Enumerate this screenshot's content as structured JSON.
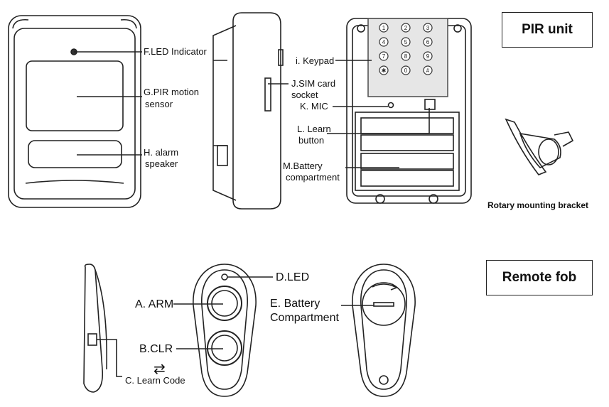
{
  "pir_unit": {
    "title": "PIR unit",
    "labels": {
      "led_indicator": "F.LED Indicator",
      "pir_sensor_1": "G.PIR motion",
      "pir_sensor_2": "sensor",
      "speaker_1": "H. alarm",
      "speaker_2": "speaker",
      "keypad": "i. Keypad",
      "sim_1": "J.SIM card",
      "sim_2": "socket",
      "mic": "K. MIC",
      "learn_1": "L. Learn",
      "learn_2": "button",
      "battery_1": "M.Battery",
      "battery_2": "compartment",
      "bracket": "Rotary mounting  bracket"
    },
    "keypad_keys": [
      "1",
      "2",
      "3",
      "4",
      "5",
      "6",
      "7",
      "8",
      "9",
      "✱",
      "0",
      "#"
    ]
  },
  "remote_fob": {
    "title": "Remote fob",
    "labels": {
      "led": "D.LED",
      "arm": "A. ARM",
      "battery_1": "E. Battery",
      "battery_2": "Compartment",
      "clr": "B.CLR",
      "learn_code": "C. Learn Code",
      "arrows": "⇄"
    }
  }
}
